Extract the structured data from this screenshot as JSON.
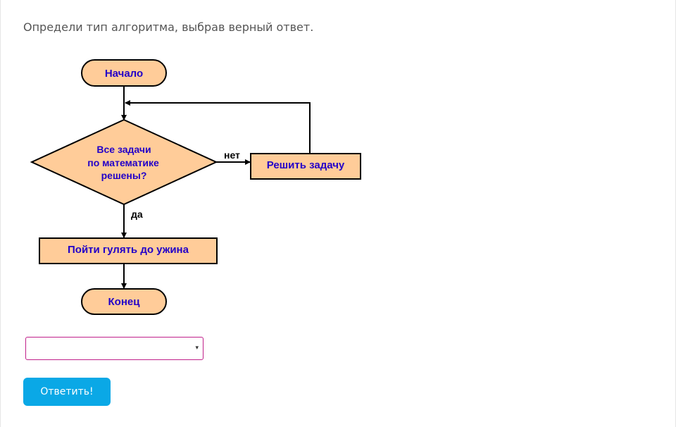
{
  "question": {
    "text": "Определи тип алгоритма, выбрав верный ответ."
  },
  "flowchart": {
    "start": "Начало",
    "condition_lines": [
      "Все задачи",
      "по математике",
      "решены?"
    ],
    "branch_no": "нет",
    "branch_yes": "да",
    "loop_action": "Решить задачу",
    "next_action": "Пойти гулять до ужина",
    "end": "Конец"
  },
  "answer": {
    "selected_value": "",
    "caret_icon": "▾",
    "border_color": "#c0208a"
  },
  "submit": {
    "label": "Ответить!",
    "color": "#0aa8e6"
  },
  "colors": {
    "shape_fill": "#ffcc99",
    "shape_text": "#2200c8"
  }
}
